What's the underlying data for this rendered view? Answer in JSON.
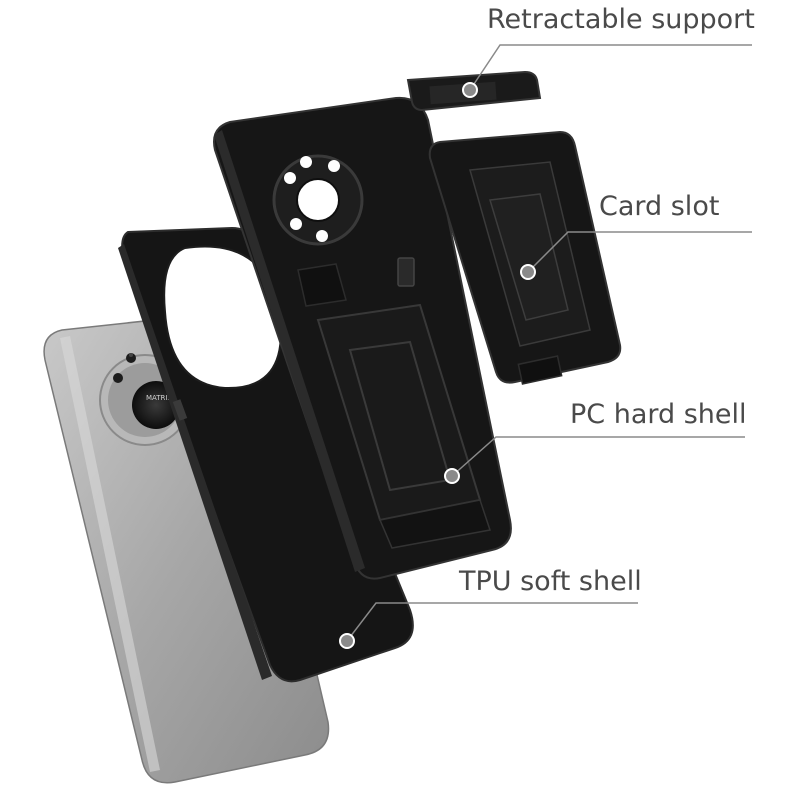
{
  "callouts": [
    {
      "label": "Retractable support"
    },
    {
      "label": "Card slot"
    },
    {
      "label": "PC hard shell"
    },
    {
      "label": "TPU soft shell"
    }
  ],
  "camera_badge": {
    "brand": "MATRIX"
  },
  "colors": {
    "case_black": "#141414",
    "case_edge": "#2a2a2a",
    "phone_silver": "#a9a9a9",
    "callout_line": "#8a8a8a",
    "label_text": "#4a4a4a"
  }
}
